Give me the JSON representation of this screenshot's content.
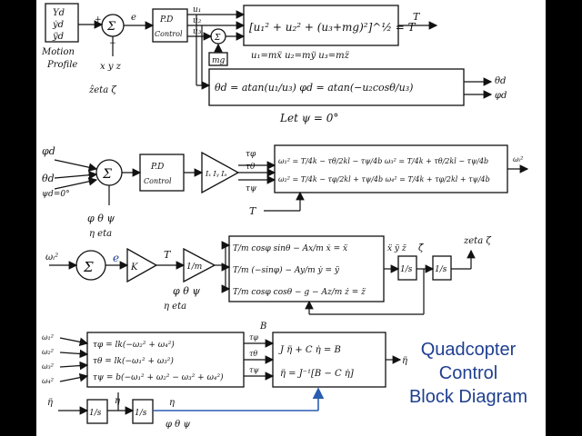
{
  "title": {
    "line1": "Quadcopter",
    "line2": "Control",
    "line3": "Block Diagram"
  },
  "row1": {
    "motion_profile": {
      "state1": "Yd",
      "state2": "ẏd",
      "state3": "ÿd",
      "label1": "Motion",
      "label2": "Profile"
    },
    "sum_symbol": "Σ",
    "sign_plus": "+",
    "sign_minus": "−",
    "error": "e",
    "feedback": "x y z",
    "feedback2": "ẑeta ζ",
    "pd_label": "P.D",
    "pd_label2": "Control",
    "u1": "u₁",
    "u2": "u₂",
    "u3": "u₃",
    "mg": "mg",
    "thrust_eq": "[u₁² + u₂² + (u₃+mg)²]^½ = T",
    "T": "T",
    "u_eqs": "u₁=mẍ   u₂=mÿ   u₃=mz̈",
    "angle_eq": "θd = atan(u₁/u₃)    φd = atan(−u₂cosθ/u₃)",
    "theta_d": "θd",
    "phi_d": "φd",
    "psi_eq": "Let ψ = 0°"
  },
  "row2": {
    "phi_d": "φd",
    "theta_d": "θd",
    "psi_d": "ψd=0°",
    "feedback": "φ θ ψ",
    "eta": "η eta",
    "pd_label": "P.D",
    "pd_label2": "Control",
    "inertia": "Iₓ Iᵧ Iₔ",
    "tau_phi": "τφ",
    "tau_theta": "τθ",
    "tau_psi": "τψ",
    "eq1": "ω₁² = T/4k − τθ/2kl − τψ/4b    ω₃² = T/4k + τθ/2kl − τψ/4b",
    "eq2": "ω₂² = T/4k − τφ/2kl + τψ/4b    ω₄² = T/4k + τφ/2kl + τψ/4b",
    "omega": "ωᵢ²",
    "T": "T"
  },
  "row3": {
    "omega": "ωᵢ²",
    "e": "e",
    "k": "K",
    "T": "T",
    "inv_m": "1/m",
    "feedback": "φ θ ψ",
    "eta": "η eta",
    "eqx": "T/m cosφ sinθ − Ax/m ẋ = ẍ",
    "eqy": "T/m (−sinφ) − Ay/m ẏ = ÿ",
    "eqz": "T/m cosφ cosθ − g − Az/m ż = z̈",
    "accel": "ẍ ÿ z̈",
    "vel": "ζ̇",
    "zeta": "zeta ζ",
    "integ": "1/s"
  },
  "row4": {
    "inputs": [
      "ω₁²",
      "ω₂²",
      "ω₃²",
      "ω₄²"
    ],
    "eq1": "τφ = lk(−ω₂² + ω₄²)",
    "eq2": "τθ = lk(−ω₁² + ω₃²)",
    "eq3": "τψ = b(−ω₁² + ω₂² − ω₃² + ω₄²)",
    "tau": [
      "τφ",
      "τθ",
      "τψ"
    ],
    "B": "B",
    "dyn1": "J η̈ + C η̇ = B",
    "dyn2": "η̈ = J⁻¹[B − C η̇]",
    "etadd": "η̈",
    "etad": "η̇",
    "eta": "η",
    "angles": "φ θ ψ",
    "integ": "1/s"
  }
}
